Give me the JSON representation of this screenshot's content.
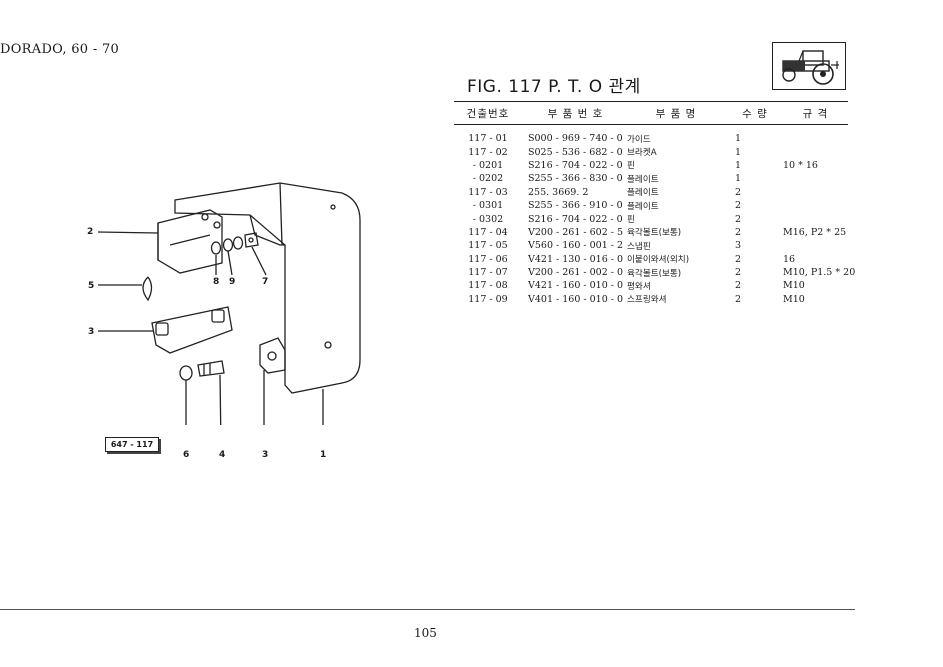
{
  "header": {
    "model": "DORADO, 60 - 70"
  },
  "figure": {
    "title": "FIG. 117 P. T. O 관계",
    "diagram_code": "647 - 117"
  },
  "table": {
    "columns": [
      "건출번호",
      "부 품 번 호",
      "부 품 명",
      "수 량",
      "규 격"
    ],
    "rows": [
      {
        "no": "117 - 01",
        "part": "S000 - 969 - 740 - 0",
        "name": "가이드",
        "qty": "1",
        "spec": ""
      },
      {
        "no": "117 - 02",
        "part": "S025 - 536 - 682 - 0",
        "name": "브라켓A",
        "qty": "1",
        "spec": ""
      },
      {
        "no": "- 0201",
        "part": "S216 - 704 - 022 - 0",
        "name": "핀",
        "qty": "1",
        "spec": "10 * 16"
      },
      {
        "no": "- 0202",
        "part": "S255 - 366 - 830 - 0",
        "name": "플레이트",
        "qty": "1",
        "spec": ""
      },
      {
        "no": "117 - 03",
        "part": "255. 3669. 2",
        "name": "플레이트",
        "qty": "2",
        "spec": ""
      },
      {
        "no": "- 0301",
        "part": "S255 - 366 - 910 - 0",
        "name": "플레이트",
        "qty": "2",
        "spec": ""
      },
      {
        "no": "- 0302",
        "part": "S216 - 704 - 022 - 0",
        "name": "핀",
        "qty": "2",
        "spec": ""
      },
      {
        "no": "117 - 04",
        "part": "V200 - 261 - 602 - 5",
        "name": "육각볼트(보통)",
        "qty": "2",
        "spec": "M16, P2 * 25"
      },
      {
        "no": "117 - 05",
        "part": "V560 - 160 - 001 - 2",
        "name": "스냅핀",
        "qty": "3",
        "spec": ""
      },
      {
        "no": "117 - 06",
        "part": "V421 - 130 - 016 - 0",
        "name": "이붙이와셔(외치)",
        "qty": "2",
        "spec": "16"
      },
      {
        "no": "117 - 07",
        "part": "V200 - 261 - 002 - 0",
        "name": "육각볼트(보통)",
        "qty": "2",
        "spec": "M10, P1.5 * 20"
      },
      {
        "no": "117 - 08",
        "part": "V421 - 160 - 010 - 0",
        "name": "평와셔",
        "qty": "2",
        "spec": "M10"
      },
      {
        "no": "117 - 09",
        "part": "V401 - 160 - 010 - 0",
        "name": "스프링와셔",
        "qty": "2",
        "spec": "M10"
      }
    ]
  },
  "callouts": {
    "c2": "2",
    "c5": "5",
    "c3left": "3",
    "c8": "8",
    "c9": "9",
    "c7": "7",
    "c6": "6",
    "c4": "4",
    "c3bottom": "3",
    "c1": "1"
  },
  "page_number": "105",
  "icons": {
    "tractor": "tractor-icon"
  }
}
